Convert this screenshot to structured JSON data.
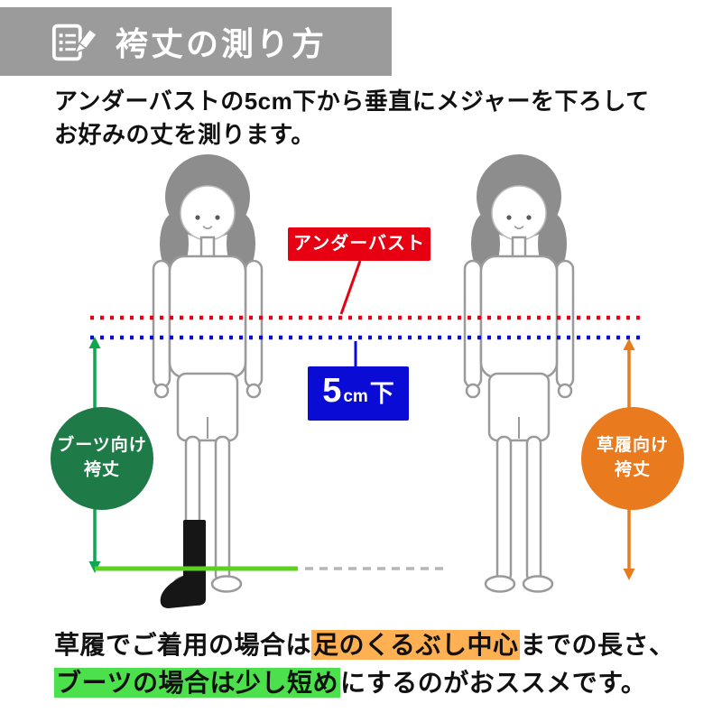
{
  "header": {
    "title": "袴丈の測り方",
    "icon": "memo-pencil-icon"
  },
  "intro": {
    "line1": "アンダーバストの5cm下から垂直にメジャーを下ろして",
    "line2": "お好みの丈を測ります。"
  },
  "diagram": {
    "underbust_label": "アンダーバスト",
    "below_label": {
      "num": "5",
      "unit": "cm",
      "suffix": "下"
    },
    "boots_circle": {
      "line1": "ブーツ向け",
      "line2": "袴丈"
    },
    "zori_circle": {
      "line1": "草履向け",
      "line2": "袴丈"
    },
    "figures": [
      "woman-with-boot",
      "woman-barefoot"
    ]
  },
  "footer": {
    "line1_pre": "草履でご着用の場合は",
    "line1_highlight": "足のくるぶし中心",
    "line1_post": "までの長さ、",
    "line2_highlight": "ブーツの場合は少し短め",
    "line2_post": "にするのがおススメです。"
  },
  "colors": {
    "header_bg": "#9b9b9b",
    "red": "#e60012",
    "blue": "#0b0bd6",
    "dark_green": "#1e7a46",
    "orange": "#e97a1d",
    "arrow_green": "#12a54f",
    "bright_green": "#5cd21e",
    "hl_orange": "#ffb052",
    "hl_green": "#4ce04c",
    "line_gray": "#b5b5b5",
    "figure_gray": "#9a9a9a",
    "hair_gray": "#8d8d8d",
    "text": "#111111"
  }
}
